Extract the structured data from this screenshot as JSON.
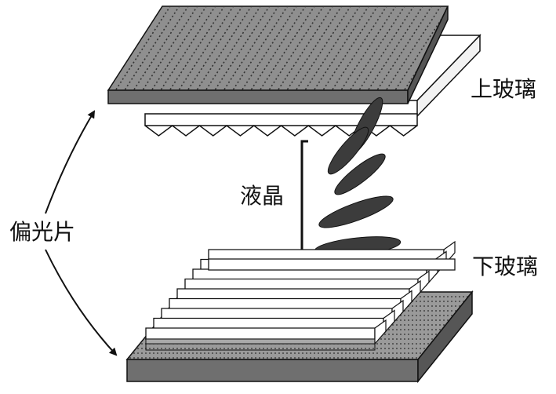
{
  "labels": {
    "upper_glass": "上玻璃",
    "liquid_crystal": "液晶",
    "lower_glass": "下玻璃",
    "polarizer": "偏光片"
  },
  "colors": {
    "plate_top": "#8f8f8f",
    "plate_front": "#6f6f6f",
    "plate_side": "#565656",
    "stripe": "#3a3a3a",
    "ellipse": "#3c3c3c",
    "outline": "#111111"
  }
}
